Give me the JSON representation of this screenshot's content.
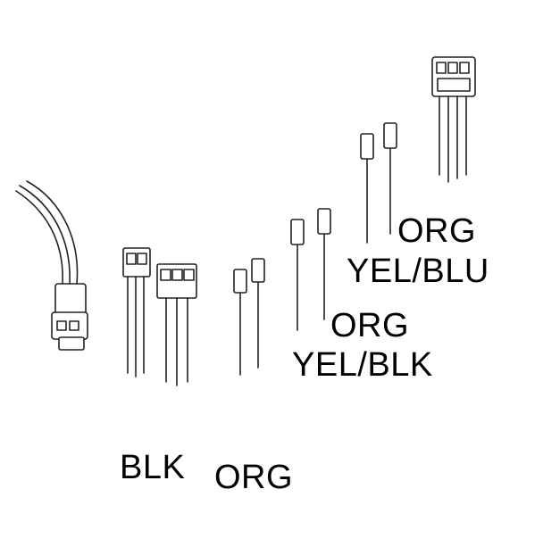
{
  "labels": {
    "org_upper": "ORG",
    "yel_blu": "YEL/BLU",
    "org_middle": "ORG",
    "yel_blk": "YEL/BLK",
    "blk": "BLK",
    "org_lower": "ORG"
  },
  "colors": {
    "line": "#222222",
    "background": "#ffffff",
    "text": "#000000"
  }
}
